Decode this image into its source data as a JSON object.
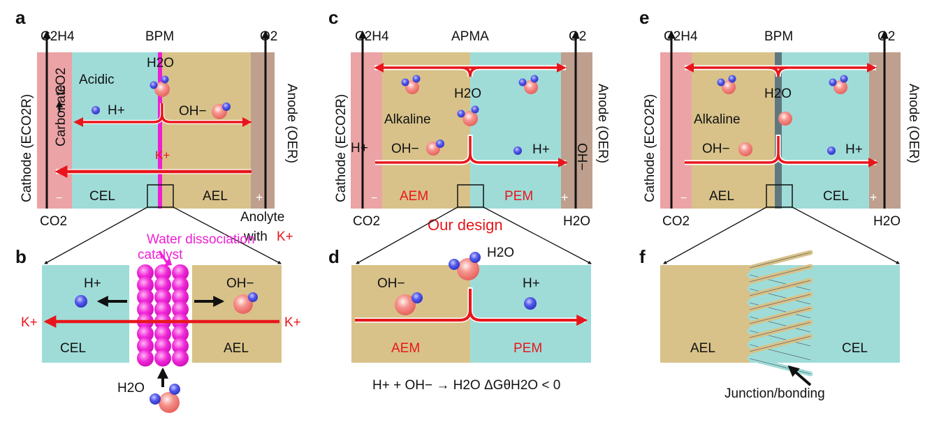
{
  "panels": [
    {
      "letter": "a",
      "top_label": "BPM",
      "left_species": "C2H4",
      "right_species": "O2",
      "left_region": "CEL",
      "right_region": "AEL",
      "electrolyte": "Acidic",
      "water": "H2O",
      "hplus": "H+",
      "ohminus": "OH−",
      "kplus": "K+",
      "co2": "CO2",
      "carbonate": "Carbonate",
      "cathode": "Cathode (ECO2R)",
      "anode": "Anode (OER)",
      "bottom_left": "CO2",
      "anolyte": "Anolyte",
      "anolyte_with": "with",
      "anolyte_k": "K+",
      "minus": "−",
      "plus": "+"
    },
    {
      "letter": "b",
      "catalyst_line1": "Water dissociation",
      "catalyst_line2": "catalyst",
      "hplus": "H+",
      "ohminus": "OH−",
      "kplus_left": "K+",
      "kplus_right": "K+",
      "left_region": "CEL",
      "right_region": "AEL",
      "water": "H2O"
    },
    {
      "letter": "c",
      "top_label": "APMA",
      "left_species": "C2H4",
      "right_species": "O2",
      "left_region": "AEM",
      "right_region": "PEM",
      "electrolyte": "Alkaline",
      "water": "H2O",
      "hplus_left": "H+",
      "ohminus_left": "OH−",
      "hplus_right": "H+",
      "ohminus_right": "OH−",
      "cathode": "Cathode (ECO2R)",
      "anode": "Anode (OER)",
      "bottom_left": "CO2",
      "bottom_right": "H2O",
      "design": "Our design",
      "minus": "−",
      "plus": "+"
    },
    {
      "letter": "d",
      "water": "H2O",
      "ohminus": "OH−",
      "hplus": "H+",
      "left_region": "AEM",
      "right_region": "PEM",
      "equation": "H+ + OH− → H2O ΔGθH2O < 0"
    },
    {
      "letter": "e",
      "top_label": "BPM",
      "left_species": "C2H4",
      "right_species": "O2",
      "left_region": "AEL",
      "right_region": "CEL",
      "electrolyte": "Alkaline",
      "water": "H2O",
      "ohminus": "OH−",
      "hplus": "H+",
      "cathode": "Cathode (ECO2R)",
      "anode": "Anode (OER)",
      "bottom_left": "CO2",
      "bottom_right": "H2O",
      "minus": "−",
      "plus": "+"
    },
    {
      "letter": "f",
      "left_region": "AEL",
      "right_region": "CEL",
      "junction": "Junction/bonding"
    }
  ],
  "colors": {
    "cel": "#9fdcd8",
    "ael": "#d8c289",
    "cathode": "#eba3a5",
    "anode": "#bf9f8d",
    "arrow": "#e8161b",
    "magenta": "#ee1fd3",
    "membrane_dark": "#5f7880",
    "ion_blue": "#4a4fe0",
    "ion_pink": "#f08a86"
  }
}
